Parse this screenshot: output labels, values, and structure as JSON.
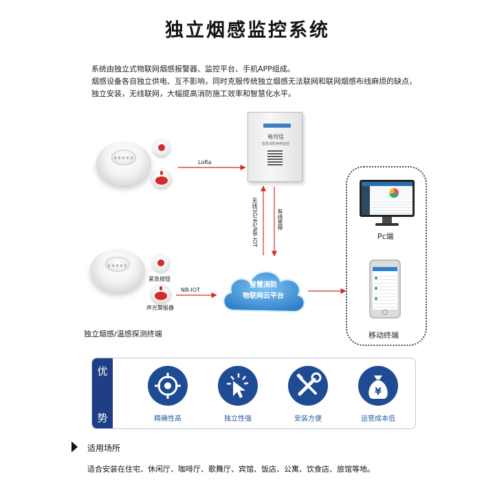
{
  "title": "独立烟感监控系统",
  "intro": [
    "系统由独立式物联网烟感报警器、监控平台、手机APP组成。",
    "烟感设备各自独立供电、互不影响，同时克服传统独立烟感无法联网和联网烟感布线麻烦的缺点，",
    "独立安装，无线联网，大幅提高消防施工效率和智慧化水平。"
  ],
  "diagram": {
    "link_lora": "LoRa",
    "link_wireless": "无线3G/4G/NB-IOT",
    "link_wired": "有线宽带",
    "link_nbiot": "NB-IOT",
    "cabinet_brand": "电可信",
    "cabinet_sub": "智慧消防用电监控",
    "cloud_line1": "智慧消防",
    "cloud_line2": "物联网云平台",
    "emergency_button": "紧急按钮",
    "sound_light_alarm": "声光警报器",
    "terminal_label": "独立烟感/温感探测终端",
    "pc_label": "Pc端",
    "mobile_label": "移动终端"
  },
  "advantages": {
    "tag": [
      "优",
      "势"
    ],
    "items": [
      {
        "label": "精确性高",
        "icon": "crosshair-icon"
      },
      {
        "label": "独立性强",
        "icon": "click-cursor-icon"
      },
      {
        "label": "安装方便",
        "icon": "tools-icon"
      },
      {
        "label": "运营成本低",
        "icon": "money-bag-icon"
      }
    ]
  },
  "section": {
    "heading": "适用场所",
    "text": "适合安装在住宅、休闲厅、咖啡厅、歌舞厅、宾馆、饭店、公寓、饮食店、旅馆等地。"
  },
  "colors": {
    "primary_blue": "#1e4b93",
    "line_red": "#d12b2b",
    "cloud_blue": "#3a8fd6"
  }
}
